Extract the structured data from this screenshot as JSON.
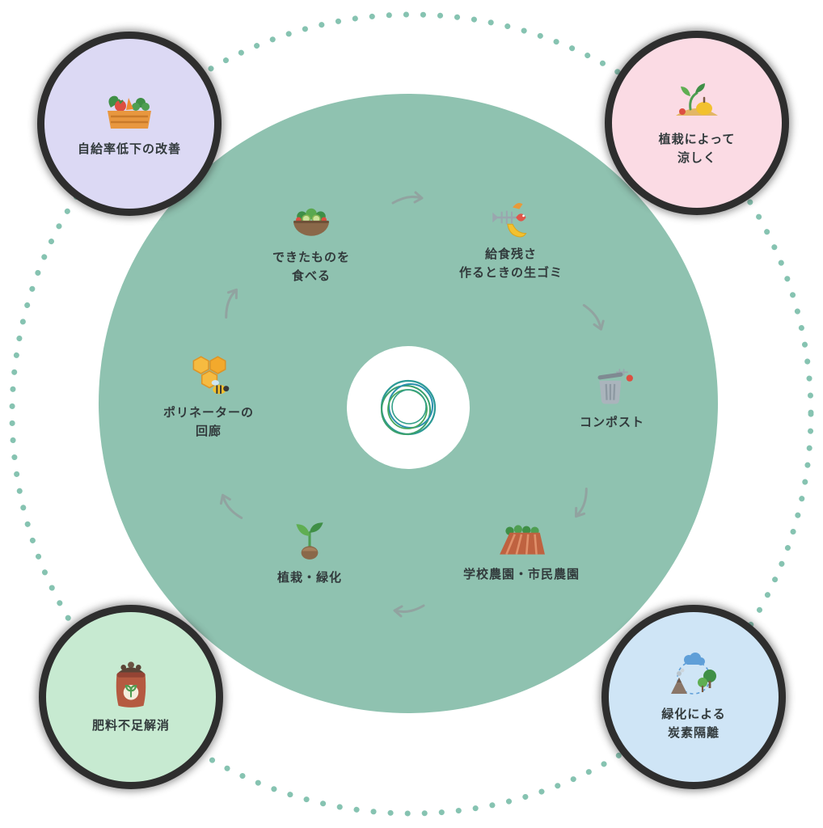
{
  "colors": {
    "main_circle": "#8fc2b0",
    "dotted_ring": "#86c3b1",
    "arrow": "#91a3a0",
    "label_text": "#323a3c",
    "satellite_ring": "#2e2e2e",
    "center_bg": "#ffffff"
  },
  "center": {
    "logo": "swirl-logo"
  },
  "cycle": [
    {
      "id": "eat",
      "icon": "salad-bowl-icon",
      "label": "できたものを\n食べる"
    },
    {
      "id": "food-waste",
      "icon": "food-waste-icon",
      "label": "給食残さ\n作るときの生ゴミ"
    },
    {
      "id": "compost",
      "icon": "compost-bin-icon",
      "label": "コンポスト"
    },
    {
      "id": "farm",
      "icon": "farm-field-icon",
      "label": "学校農園・市民農園"
    },
    {
      "id": "planting",
      "icon": "sprout-icon",
      "label": "植栽・緑化"
    },
    {
      "id": "pollinator",
      "icon": "honeycomb-bee-icon",
      "label": "ポリネーターの\n回廊"
    }
  ],
  "satellites": [
    {
      "id": "self-sufficiency",
      "position": "top-left",
      "icon": "vegetable-basket-icon",
      "label": "自給率低下の改善",
      "bg": "#dcd9f4"
    },
    {
      "id": "cooling",
      "position": "top-right",
      "icon": "planting-harvest-icon",
      "label": "植栽によって\n涼しく",
      "bg": "#fbdbe4"
    },
    {
      "id": "fertilizer",
      "position": "bottom-left",
      "icon": "fertilizer-bag-icon",
      "label": "肥料不足解消",
      "bg": "#c7ead1"
    },
    {
      "id": "carbon",
      "position": "bottom-right",
      "icon": "carbon-sequestration-icon",
      "label": "緑化による\n炭素隔離",
      "bg": "#cfe5f6"
    }
  ]
}
